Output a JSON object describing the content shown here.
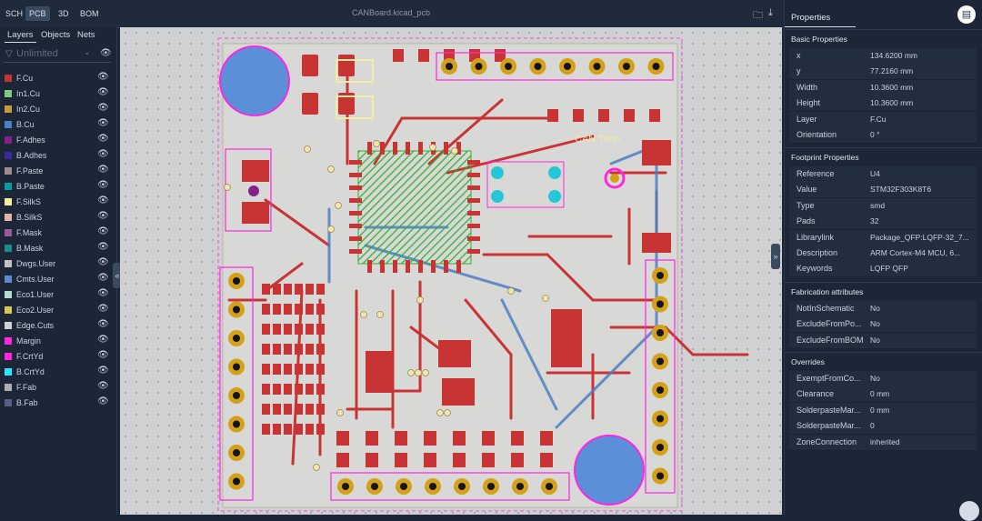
{
  "modes": [
    {
      "label": "SCH",
      "active": false
    },
    {
      "label": "PCB",
      "active": true
    },
    {
      "label": "3D",
      "active": false
    },
    {
      "label": "BOM",
      "active": false
    }
  ],
  "filename": "CANBoard.kicad_pcb",
  "left_tabs": [
    {
      "label": "Layers",
      "active": true
    },
    {
      "label": "Objects",
      "active": false
    },
    {
      "label": "Nets",
      "active": false
    }
  ],
  "layer_filter": {
    "placeholder": "Unlimited"
  },
  "layers": [
    {
      "name": "F.Cu",
      "color": "#c83434"
    },
    {
      "name": "In1.Cu",
      "color": "#7fc97f"
    },
    {
      "name": "In2.Cu",
      "color": "#c89a3c"
    },
    {
      "name": "B.Cu",
      "color": "#4d7fc4"
    },
    {
      "name": "F.Adhes",
      "color": "#84218c"
    },
    {
      "name": "B.Adhes",
      "color": "#3a2aa0"
    },
    {
      "name": "F.Paste",
      "color": "#a08c8c"
    },
    {
      "name": "B.Paste",
      "color": "#00a0a0"
    },
    {
      "name": "F.SilkS",
      "color": "#f2eda1"
    },
    {
      "name": "B.SilkS",
      "color": "#e8b2a6"
    },
    {
      "name": "F.Mask",
      "color": "#a05aa0"
    },
    {
      "name": "B.Mask",
      "color": "#1f8c8c"
    },
    {
      "name": "Dwgs.User",
      "color": "#c2c2c2"
    },
    {
      "name": "Cmts.User",
      "color": "#5a8cd2"
    },
    {
      "name": "Eco1.User",
      "color": "#b4dbd2"
    },
    {
      "name": "Eco2.User",
      "color": "#d8c852"
    },
    {
      "name": "Edge.Cuts",
      "color": "#d0d2cd"
    },
    {
      "name": "Margin",
      "color": "#ff26e2"
    },
    {
      "name": "F.CrtYd",
      "color": "#ff26e2"
    },
    {
      "name": "B.CrtYd",
      "color": "#26e9ff"
    },
    {
      "name": "F.Fab",
      "color": "#afafaf"
    },
    {
      "name": "B.Fab",
      "color": "#585d84"
    }
  ],
  "properties_title": "Properties",
  "sections": [
    {
      "title": "Basic Properties",
      "rows": [
        {
          "key": "x",
          "value": "134.6200 mm"
        },
        {
          "key": "y",
          "value": "77.2160 mm"
        },
        {
          "key": "Width",
          "value": "10.3600 mm"
        },
        {
          "key": "Height",
          "value": "10.3600 mm"
        },
        {
          "key": "Layer",
          "value": "F.Cu"
        },
        {
          "key": "Orientation",
          "value": "0 °"
        }
      ]
    },
    {
      "title": "Footprint Properties",
      "rows": [
        {
          "key": "Reference",
          "value": "U4"
        },
        {
          "key": "Value",
          "value": "STM32F303K8T6"
        },
        {
          "key": "Type",
          "value": "smd"
        },
        {
          "key": "Pads",
          "value": "32"
        },
        {
          "key": "Librarylink",
          "value": "Package_QFP:LQFP-32_7..."
        },
        {
          "key": "Description",
          "value": "ARM Cortex-M4 MCU, 6..."
        },
        {
          "key": "Keywords",
          "value": "LQFP QFP"
        }
      ]
    },
    {
      "title": "Fabrication attributes",
      "rows": [
        {
          "key": "NotInSchematic",
          "value": "No"
        },
        {
          "key": "ExcludeFromPo...",
          "value": "No"
        },
        {
          "key": "ExcludeFromBOM",
          "value": "No"
        }
      ]
    },
    {
      "title": "Overrides",
      "rows": [
        {
          "key": "ExemptFromCo...",
          "value": "No"
        },
        {
          "key": "Clearance",
          "value": "0 mm"
        },
        {
          "key": "SolderpasteMar...",
          "value": "0 mm"
        },
        {
          "key": "SolderpasteMar...",
          "value": "0"
        },
        {
          "key": "ZoneConnection",
          "value": "inherited"
        }
      ]
    }
  ],
  "board_labels": {
    "can_term": "CAN Term"
  },
  "colors": {
    "copper_front": "#c83434",
    "copper_back": "#4d7fc4",
    "silk": "#f2eda1",
    "courtyard": "#ff26e2",
    "pad_gold": "#d4a017",
    "selection": "#30b030"
  }
}
